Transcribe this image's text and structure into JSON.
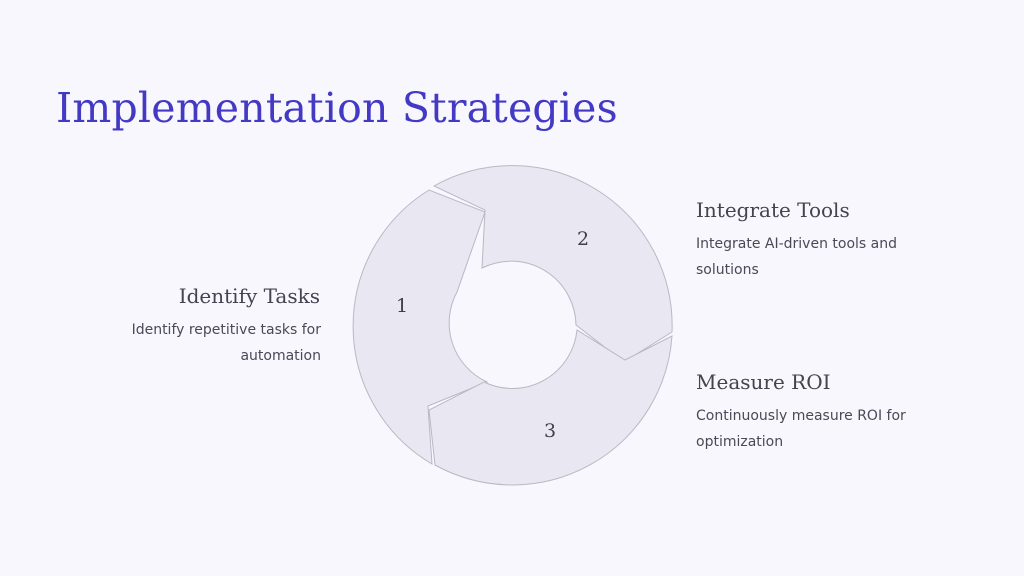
{
  "title": "Implementation Strategies",
  "steps": [
    {
      "number": "1",
      "title": "Identify Tasks",
      "description": "Identify repetitive tasks for automation"
    },
    {
      "number": "2",
      "title": "Integrate Tools",
      "description": "Integrate AI-driven tools and solutions"
    },
    {
      "number": "3",
      "title": "Measure ROI",
      "description": "Continuously measure ROI for optimization"
    }
  ],
  "colors": {
    "title": "#4339c4",
    "background": "#f7f7fd",
    "segment_fill": "#e8e7f2",
    "segment_stroke": "#b9b8c5",
    "text": "#44434e"
  }
}
